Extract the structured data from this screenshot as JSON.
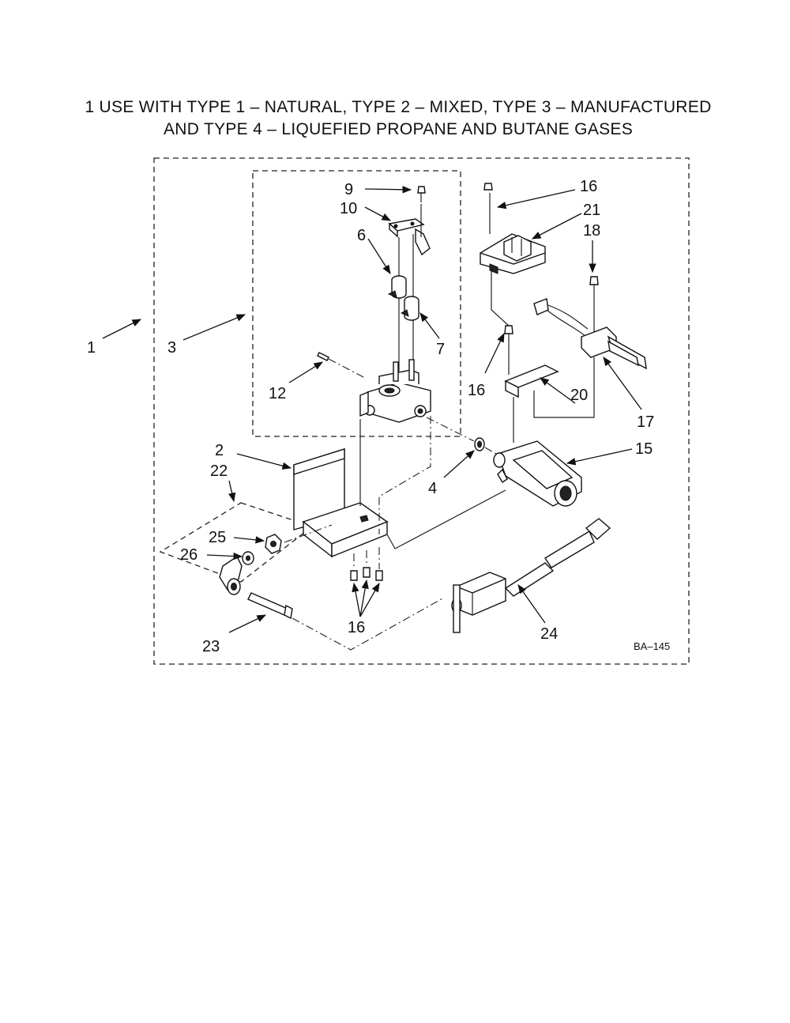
{
  "header": {
    "line1": "1 USE WITH TYPE 1 – NATURAL, TYPE 2 – MIXED, TYPE 3 – MANUFACTURED",
    "line2": "AND TYPE 4 – LIQUEFIED PROPANE AND BUTANE GASES"
  },
  "callouts": {
    "c1": "1",
    "c2": "2",
    "c3": "3",
    "c4": "4",
    "c6": "6",
    "c7": "7",
    "c9": "9",
    "c10": "10",
    "c12": "12",
    "c15": "15",
    "c16a": "16",
    "c16b": "16",
    "c16c": "16",
    "c17": "17",
    "c18": "18",
    "c20": "20",
    "c21": "21",
    "c22": "22",
    "c23": "23",
    "c24": "24",
    "c25": "25",
    "c26": "26"
  },
  "figure_code": "BA–145"
}
